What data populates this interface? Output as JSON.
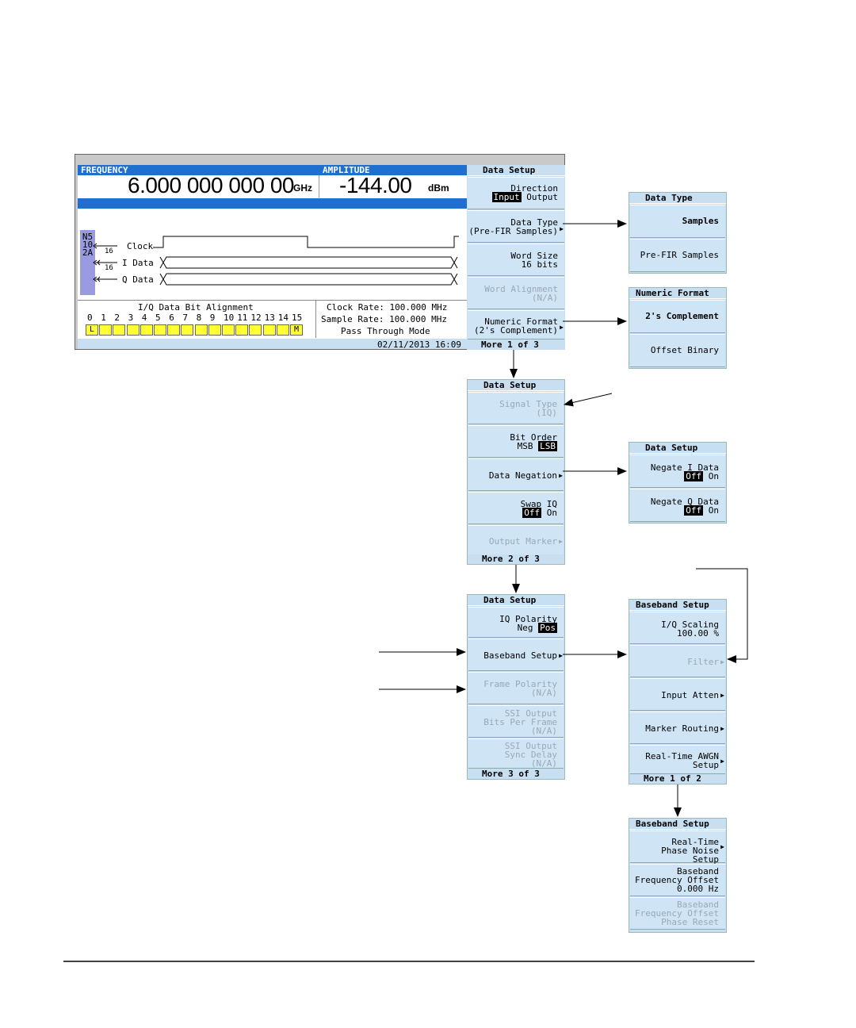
{
  "main_screen": {
    "frequency_label": "FREQUENCY",
    "frequency_value": "6.000 000 000 00",
    "frequency_unit": "GHz",
    "amplitude_label": "AMPLITUDE",
    "amplitude_value": "-144.00",
    "amplitude_unit": "dBm",
    "side_tab": "N5102A",
    "clock_label": "Clock",
    "i_data_label": "I Data",
    "q_data_label": "Q Data",
    "bus_width_i": "16",
    "bus_width_q": "16",
    "bit_alignment_title": "I/Q Data Bit Alignment",
    "bit_numbers": [
      "0",
      "1",
      "2",
      "3",
      "4",
      "5",
      "6",
      "7",
      "8",
      "9",
      "10",
      "11",
      "12",
      "13",
      "14",
      "15"
    ],
    "lsb_marker": "L",
    "msb_marker": "M",
    "clock_rate": "Clock Rate: 100.000 MHz",
    "sample_rate": "Sample Rate: 100.000 MHz",
    "mode": "Pass Through Mode",
    "timestamp": "02/11/2013 16:09"
  },
  "panel1": {
    "title": "Data Setup",
    "direction_label": "Direction",
    "direction_input": "Input",
    "direction_output": "Output",
    "data_type_l1": "Data Type",
    "data_type_l2": "(Pre-FIR Samples)",
    "word_size_l1": "Word Size",
    "word_size_l2": "16 bits",
    "word_align_l1": "Word Alignment",
    "word_align_l2": "(N/A)",
    "numeric_l1": "Numeric Format",
    "numeric_l2": "(2's Complement)",
    "more": "More 1 of 3"
  },
  "panel_data_type": {
    "title": "Data Type",
    "k1": "Samples",
    "k2": "Pre-FIR Samples"
  },
  "panel_numeric": {
    "title": "Numeric Format",
    "k1": "2's Complement",
    "k2": "Offset Binary"
  },
  "panel2": {
    "title": "Data Setup",
    "signal_l1": "Signal Type",
    "signal_l2": "(IQ)",
    "bitorder_l1": "Bit Order",
    "bitorder_msb": "MSB",
    "bitorder_lsb": "LSB",
    "negation": "Data Negation",
    "swap_l1": "Swap IQ",
    "swap_off": "Off",
    "swap_on": "On",
    "output_marker": "Output Marker",
    "more": "More 2 of 3"
  },
  "panel_negation": {
    "title": "Data Setup",
    "negi_label": "Negate I Data",
    "negq_label": "Negate Q Data",
    "off": "Off",
    "on": "On"
  },
  "panel3": {
    "title": "Data Setup",
    "polarity_l1": "IQ Polarity",
    "polarity_neg": "Neg",
    "polarity_pos": "Pos",
    "baseband": "Baseband Setup",
    "frame_l1": "Frame Polarity",
    "frame_l2": "(N/A)",
    "ssi1_l1": "SSI Output",
    "ssi1_l2": "Bits Per Frame",
    "ssi1_l3": "(N/A)",
    "ssi2_l1": "SSI Output",
    "ssi2_l2": "Sync Delay",
    "ssi2_l3": "(N/A)",
    "more": "More 3 of 3"
  },
  "panel_baseband": {
    "title": "Baseband Setup",
    "scaling_l1": "I/Q Scaling",
    "scaling_l2": "100.00 %",
    "filter": "Filter",
    "input_atten": "Input Atten",
    "marker_routing": "Marker Routing",
    "awgn_l1": "Real-Time AWGN",
    "awgn_l2": "Setup",
    "more": "More 1 of 2"
  },
  "panel_baseband2": {
    "title": "Baseband Setup",
    "phase_l1": "Real-Time",
    "phase_l2": "Phase Noise Setup",
    "freqoff_l1": "Baseband",
    "freqoff_l2": "Frequency Offset",
    "freqoff_l3": "0.000 Hz",
    "reset_l1": "Baseband",
    "reset_l2": "Frequency Offset",
    "reset_l3": "Phase Reset"
  }
}
